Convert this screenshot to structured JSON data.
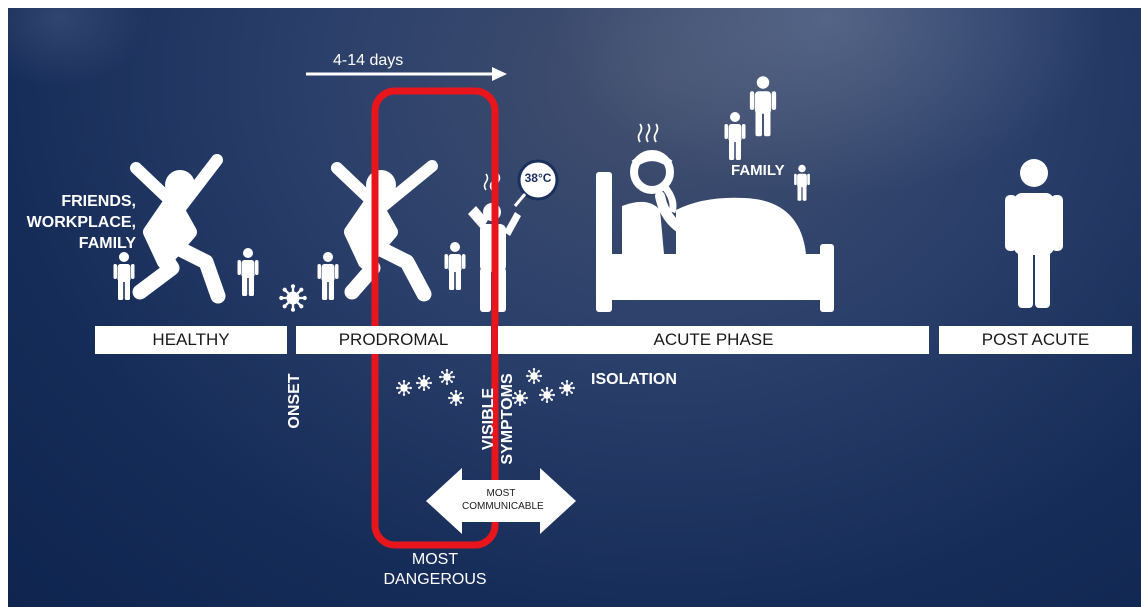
{
  "timeline": {
    "duration": "4-14 days",
    "phases": [
      "HEALTHY",
      "PRODROMAL",
      "ACUTE PHASE",
      "POST ACUTE"
    ]
  },
  "labels": {
    "contacts_lines": [
      "FRIENDS,",
      "WORKPLACE,",
      "FAMILY"
    ],
    "family": "FAMILY",
    "onset": "ONSET",
    "visible_symptoms_lines": [
      "VISIBLE",
      "SYMPTOMS"
    ],
    "isolation": "ISOLATION",
    "most_communicable_lines": [
      "MOST",
      "COMMUNICABLE"
    ],
    "most_dangerous_lines": [
      "MOST",
      "DANGEROUS"
    ],
    "thermometer": "38°C"
  },
  "colors": {
    "background": "#1a2f5c",
    "highlight_red": "#e8161c",
    "foreground": "#ffffff"
  }
}
